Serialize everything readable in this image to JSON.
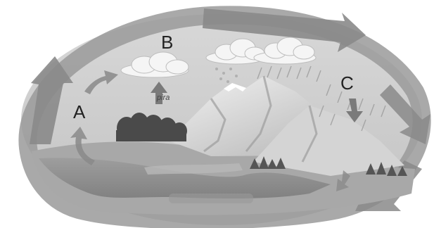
{
  "labels": {
    "a": "A",
    "b": "B",
    "c": "C",
    "small_text": "pira"
  },
  "colors": {
    "sky": "#c9c9c9",
    "outer_ring": "#9a9a9a",
    "arrow": "#8a8a8a",
    "mountain_light": "#e4e4e4",
    "mountain_shadow": "#b5b5b5",
    "forest": "#4a4a4a",
    "water": "#8f8f8f",
    "ground": "#a8a8a8",
    "cloud": "#f5f5f5",
    "rain": "#9c9c9c",
    "text": "#222222"
  },
  "icons": {
    "evaporation_arrow": "curved-up-arrow-icon",
    "transpiration_arrow": "straight-up-arrow-icon",
    "precipitation_arrow": "down-arrow-icon",
    "cycle_arrows": "circular-arrow-icon"
  }
}
